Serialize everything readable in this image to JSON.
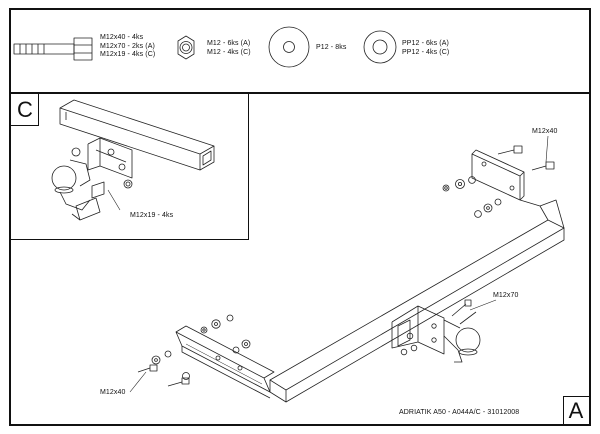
{
  "parts": {
    "bolt": {
      "lines": [
        "M12x40 - 4ks",
        "M12x70 - 2ks (A)",
        "M12x19 - 4ks (C)"
      ],
      "icon": "hex-bolt-icon"
    },
    "nut": {
      "lines": [
        "M12 - 6ks (A)",
        "M12 - 4ks (C)"
      ],
      "icon": "hex-nut-icon"
    },
    "washer": {
      "lines": [
        "P12 - 8ks"
      ],
      "icon": "flat-washer-icon"
    },
    "spring_washer": {
      "lines": [
        "PP12 - 6ks (A)",
        "PP12 - 4ks (C)"
      ],
      "icon": "spring-washer-icon"
    }
  },
  "detail_c": {
    "label": "C",
    "callout": "M12x19 - 4ks"
  },
  "main": {
    "callout_top_right": "M12x40",
    "callout_middle": "M12x70",
    "callout_bottom_left": "M12x40"
  },
  "footer": {
    "caption": "ADRIATIK A50 - A044A/C - 31012008",
    "view_label": "A"
  }
}
